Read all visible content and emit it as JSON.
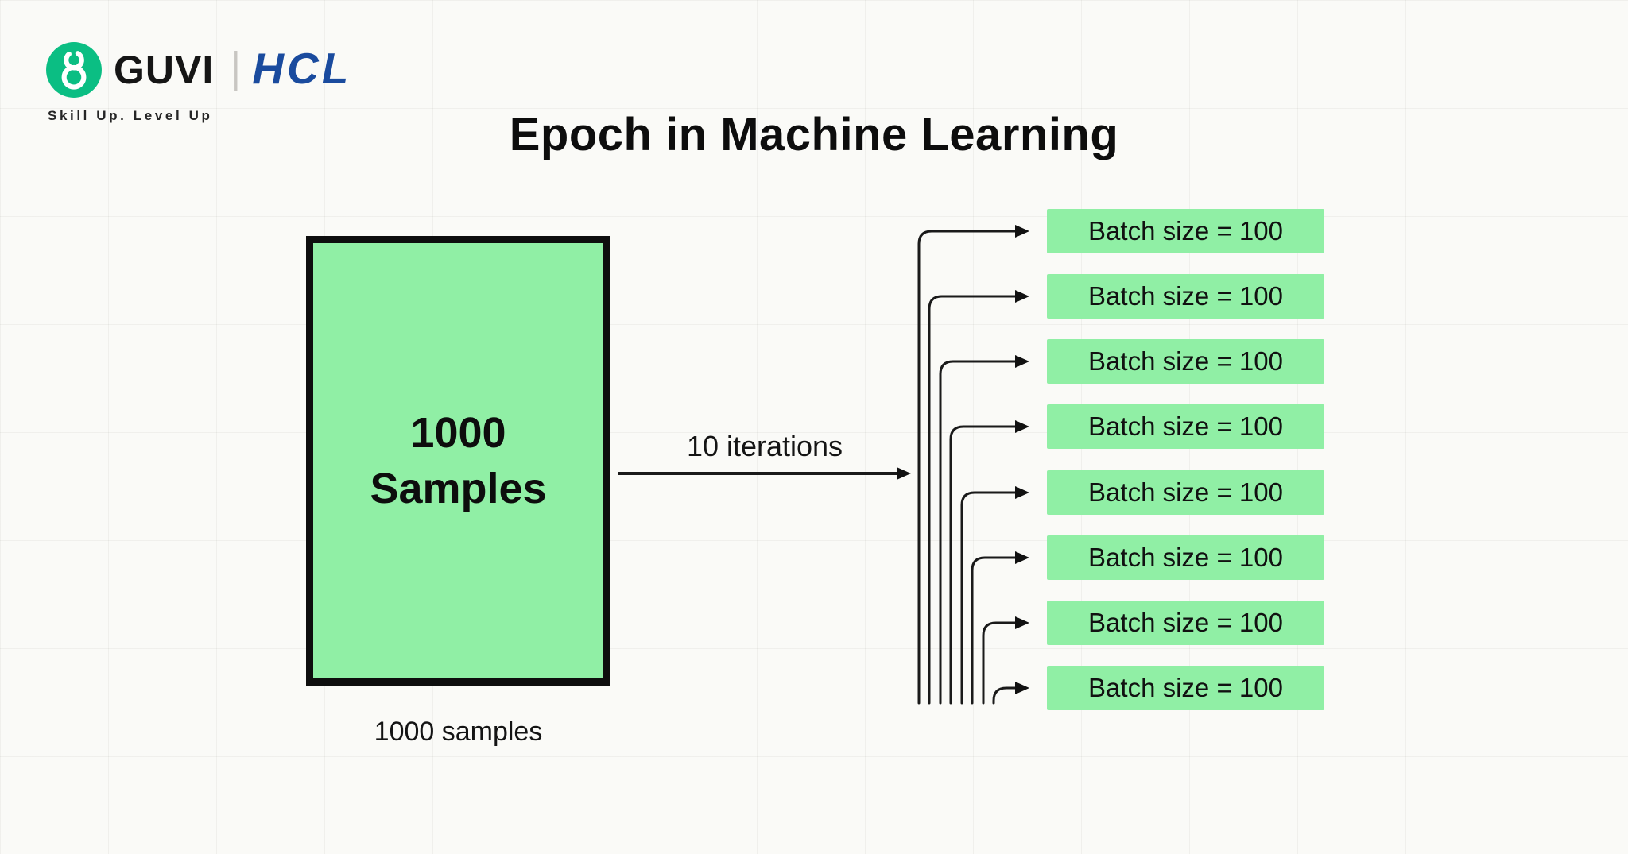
{
  "brand": {
    "guvi_label": "GUVI",
    "separator": "|",
    "hcl_label": "HCL",
    "tagline": "Skill Up. Level Up"
  },
  "title": "Epoch in Machine Learning",
  "diagram": {
    "samples_line1": "1000",
    "samples_line2": "Samples",
    "samples_caption": "1000 samples",
    "arrow_label": "10 iterations",
    "batches": [
      "Batch size = 100",
      "Batch size = 100",
      "Batch size = 100",
      "Batch size = 100",
      "Batch size = 100",
      "Batch size = 100",
      "Batch size = 100",
      "Batch size = 100"
    ]
  },
  "colors": {
    "mint-green": "#90EFA5",
    "guvi-green": "#0BBE83",
    "hcl-blue": "#1A4B9E",
    "ink": "#111111"
  }
}
